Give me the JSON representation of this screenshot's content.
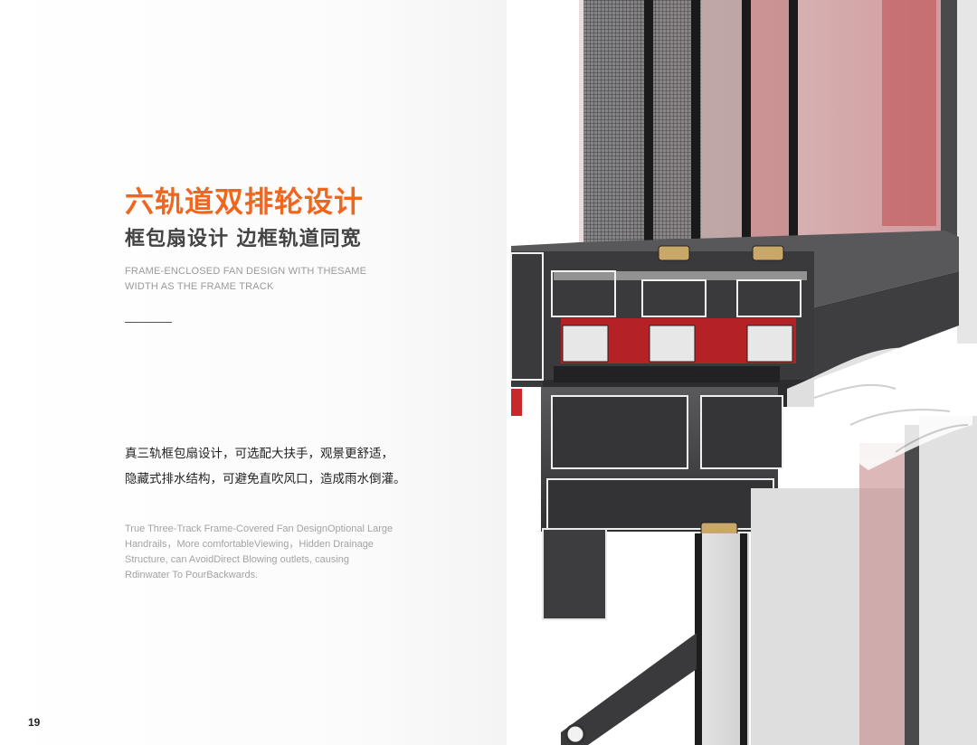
{
  "heading": {
    "title": "六轨道双排轮设计",
    "subtitle": "框包扇设计 边框轨道同宽",
    "english": "FRAME-ENCLOSED FAN DESIGN WITH THESAME WIDTH AS THE FRAME TRACK"
  },
  "description": {
    "chinese_lines": [
      "真三轨框包扇设计，可选配大扶手，观景更舒适，",
      "隐藏式排水结构，可避免直吹风口，造成雨水倒灌。"
    ],
    "english": "True Three-Track Frame-Covered Fan DesignOptional Large Handrails，More comfortableViewing，Hidden Drainage Structure, can AvoidDirect Blowing outlets, causing Rdinwater To PourBackwards."
  },
  "page_number": "19",
  "colors": {
    "accent": "#f0661e",
    "profile": "#3b3b3d",
    "profile_red": "#c8282a",
    "glass_tint": "#d9a0a0"
  }
}
